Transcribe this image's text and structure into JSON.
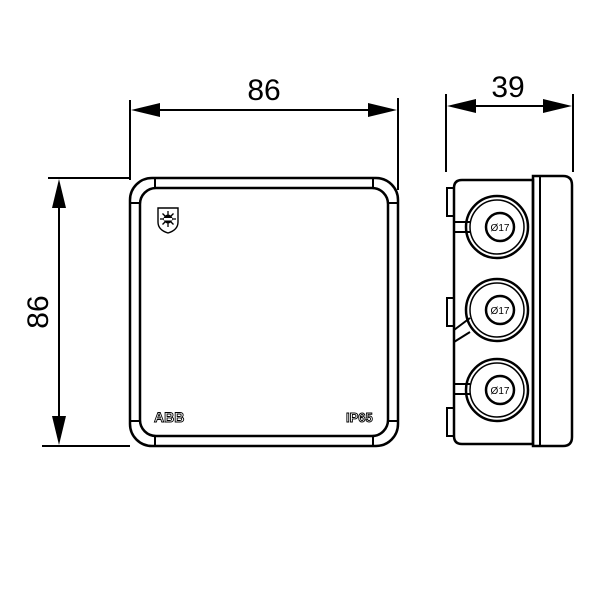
{
  "drawing": {
    "type": "technical dimension drawing of junction box",
    "units": "mm",
    "front_view": {
      "width_dimension": "86",
      "height_dimension": "86",
      "brand_label": "ABB",
      "rating_label": "IP65",
      "icon": "snowflake-sun-shield-icon"
    },
    "side_view": {
      "depth_dimension": "39",
      "cable_entries": [
        {
          "label": "Ø17"
        },
        {
          "label": "Ø17"
        },
        {
          "label": "Ø17"
        }
      ]
    },
    "colors": {
      "line": "#000000",
      "background": "#ffffff"
    }
  }
}
